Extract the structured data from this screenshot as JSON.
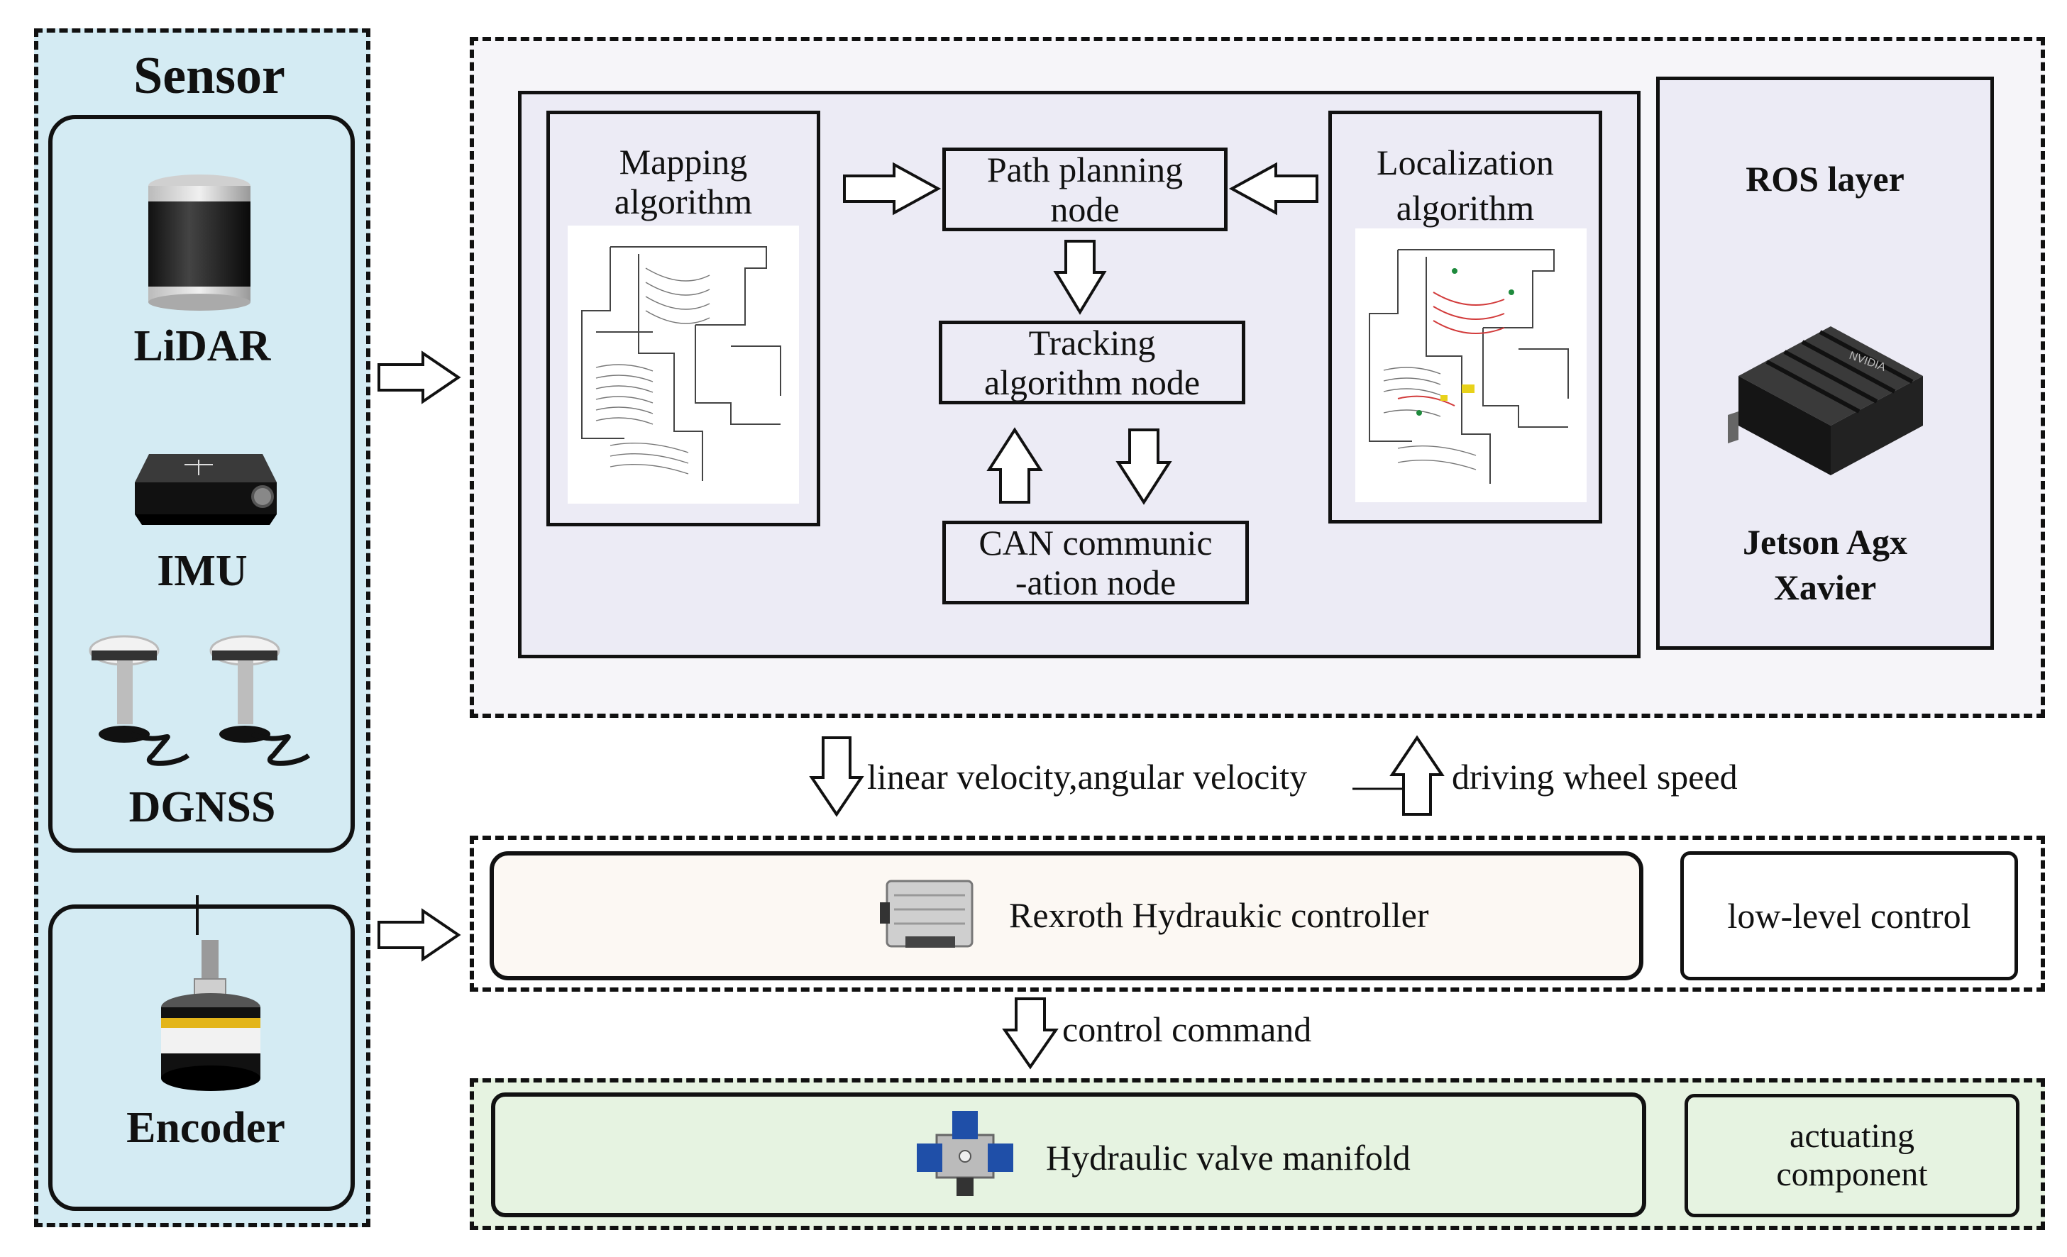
{
  "sensor_panel": {
    "title": "Sensor",
    "lidar": "LiDAR",
    "imu": "IMU",
    "dgnss": "DGNSS",
    "encoder": "Encoder"
  },
  "ros_panel": {
    "mapping_line1": "Mapping",
    "mapping_line2": "algorithm",
    "path_planning_line1": "Path planning",
    "path_planning_line2": "node",
    "tracking_line1": "Tracking",
    "tracking_line2": "algorithm node",
    "can_line1": "CAN communic",
    "can_line2": "-ation node",
    "localization_line1": "Localization",
    "localization_line2": "algorithm",
    "ros_layer": "ROS layer",
    "jetson_line1": "Jetson Agx",
    "jetson_line2": "Xavier"
  },
  "signals": {
    "down": "linear velocity,angular velocity",
    "up": "driving wheel speed",
    "control": "control command"
  },
  "controller": {
    "label": "Rexroth Hydraukic controller",
    "side": "low-level control"
  },
  "actuator": {
    "label": "Hydraulic valve manifold",
    "side_line1": "actuating",
    "side_line2": "component"
  },
  "colors": {
    "sensor_bg": "#d4ebf3",
    "ros_bg": "#f6f5f9",
    "inner_bg": "#ecebf5",
    "controller_bg": "#fcf8f3",
    "actuator_bg": "#e6f3e1"
  }
}
